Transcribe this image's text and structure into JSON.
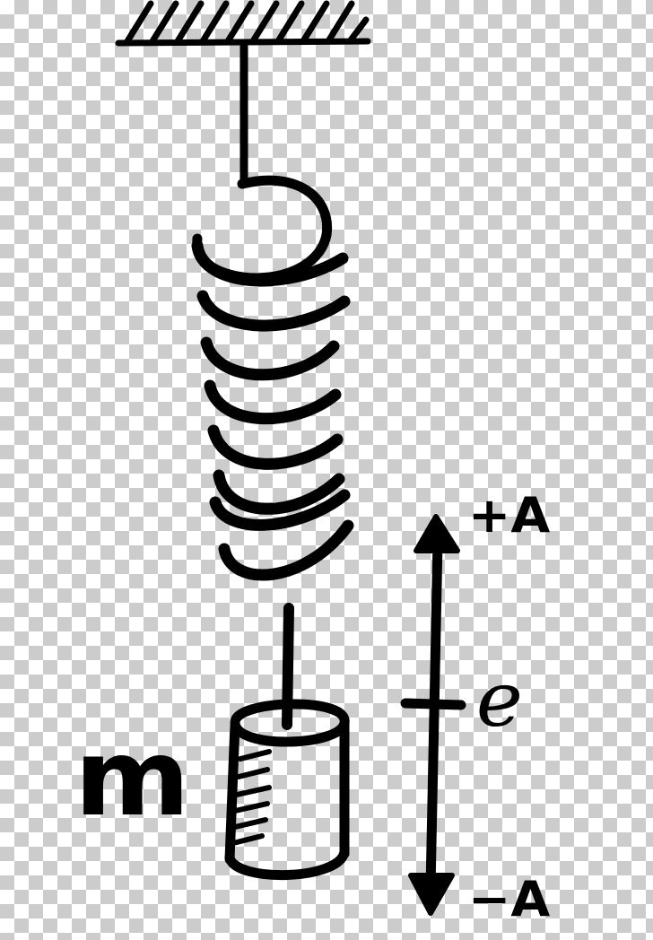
{
  "labels": {
    "plus_amplitude": "+A",
    "equilibrium": "e",
    "minus_amplitude": "−A",
    "mass": "m"
  },
  "colors": {
    "ink": "#000000",
    "checker_light": "#ffffff",
    "checker_dark": "#cccccc"
  }
}
